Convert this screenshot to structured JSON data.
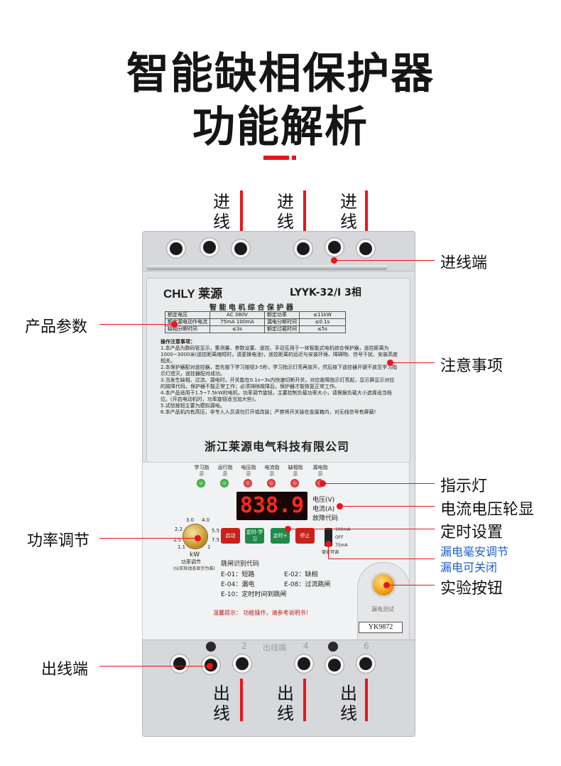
{
  "title": {
    "line1": "智能缺相保护器",
    "line2": "功能解析"
  },
  "colors": {
    "accent": "#e8151b",
    "blue_note": "#1c5fc8",
    "display_red": "#ff2a1a"
  },
  "top_labels": [
    "进线",
    "进线",
    "进线"
  ],
  "bottom_labels": [
    "出线",
    "出线",
    "出线"
  ],
  "callouts": {
    "input_terminal": "进线端",
    "product_params": "产品参数",
    "notes": "注意事项",
    "indicator": "指示灯",
    "current_voltage": "电流电压轮显",
    "timer_setting": "定时设置",
    "leak_adjust": "漏电毫安调节",
    "leak_off": "漏电可关闭",
    "power_adjust": "功率调节",
    "test_button": "实验按钮",
    "output_terminal": "出线端"
  },
  "device": {
    "brand": "CHLY 莱源",
    "model": "LYYK-32/I 3相",
    "subtitle": "智 能 电 机 综 合 保 护 器",
    "specs": [
      [
        "额定电压",
        "AC 380V",
        "额定功率",
        "≤11kW"
      ],
      [
        "额定漏电动作电流",
        "75mA 100mA",
        "漏电分断时间",
        "≤0.1s"
      ],
      [
        "缺相分断时间",
        "≤3s",
        "额定过载时间",
        "≤5s"
      ]
    ],
    "notes_title": "操作注意事项：",
    "notes": [
      "1.本产品为数码管显示，集测量、参数设置、遥控、手动互用于一体智能式电机综合保护器，遥控距离为1000~3000米(遥控距离缩短时，请更换电池)，遥控距离的远近与安装环境、障碍物、信号干扰、安装高度相关。",
      "2.本保护器配对遥控器，首先按下学习按钮3-5秒，学习指示灯亮再放开，然后按下遥控器开键不放至学习指示灯熄灭，遥控器配对成功。",
      "3.当发生缺相、过流、漏电时，开关能在0.1s~3s内快速切断开关，对应故障指示灯亮起，显示屏显示对应的故障代码，保护器不能正常工作；必须排除故障后，保护器才能恢复正常工作。",
      "4.本产品适用于1.5~7.5kW的电机，功率调节旋钮，主要控制负载功率大小，请根据负载大小选择适当档位。(开启电动机时，功率旋钮适当加大些)。",
      "5.试验按钮主要为模拟漏电。",
      "6.本产品机内有高压，非专入人员请勿打开或改装；严禁将开关装在金属箱内，对无线信号有屏蔽!"
    ],
    "company": "浙江莱源电气科技有限公司",
    "indicators": [
      "学习指示",
      "运行指示",
      "电压指示",
      "电流指示",
      "缺相指示",
      "漏电指示"
    ],
    "display_value": "838.9",
    "display_labels": [
      "电压(V)",
      "电流(A)",
      "故障代码"
    ],
    "buttons": [
      "启动",
      "定时-学习",
      "定时+",
      "停止"
    ],
    "switch_options": [
      "100mA",
      "OFF",
      "75mA"
    ],
    "switch_label": "毫安可调",
    "knob_ticks": [
      "3.0",
      "4.0",
      "2.2",
      "5.5",
      "1.5",
      "7.5",
      "1.1",
      "1"
    ],
    "knob_unit": "kW",
    "knob_caption": "功率调节",
    "knob_caption2": "(以实际动态显示为准)",
    "fault_title": "跳闸识别代码",
    "fault_codes": [
      "E-01：短路",
      "E-02：缺相",
      "E-04：漏电",
      "E-08：过流跳闸",
      "E-10：定时时间到跳闸"
    ],
    "warm_tip": "温馨提示：  功能操作，请参考说明书！",
    "test_label": "漏电测试",
    "serial": "YK9872",
    "terminal_numbers": [
      "2",
      "出线端",
      "4",
      "6"
    ]
  }
}
